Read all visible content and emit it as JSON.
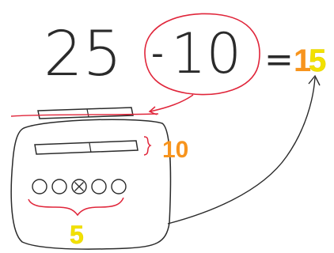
{
  "equation": {
    "minuend": "25",
    "operator": "-",
    "subtrahend": "10",
    "equals": "=",
    "result_tens": "1",
    "result_ones": "5"
  },
  "labels": {
    "tens_count": "10",
    "ones_count": "5"
  },
  "circles": {
    "count": 5,
    "crossed_index": 2
  },
  "colors": {
    "ink": "#2b2b2b",
    "red": "#e0253a",
    "orange": "#f7941d",
    "yellow": "#f2e100"
  }
}
